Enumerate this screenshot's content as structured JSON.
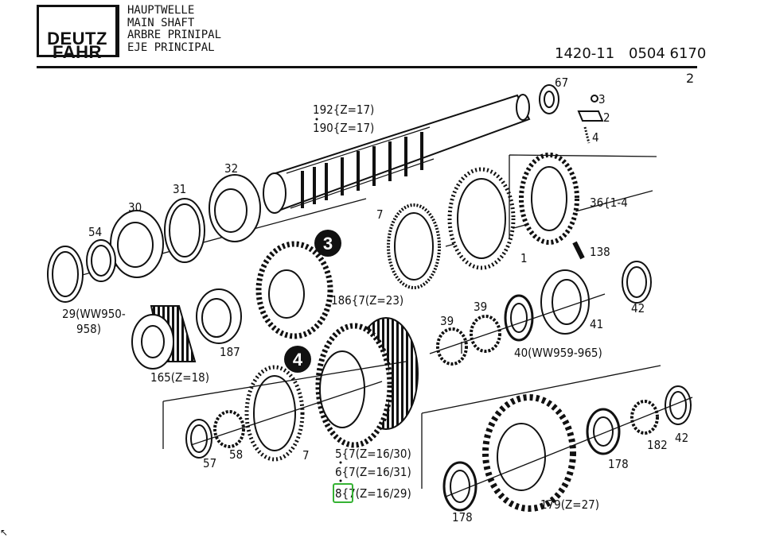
{
  "header": {
    "logo": "DEUTZ FAHR",
    "titles": [
      "HAUPTWELLE",
      "MAIN SHAFT",
      "ARBRE PRINIPAL",
      "EJE PRINCIPAL"
    ],
    "ref_code": "1420-11",
    "part_number": "0504 6170",
    "page": "2"
  },
  "callouts": [
    "3",
    "4"
  ],
  "labels": [
    "67",
    "3",
    "2",
    "4",
    "192{Z=17)",
    "190{Z=17)",
    "32",
    "31",
    "30",
    "54",
    "7",
    "1",
    "36{1-4",
    "138",
    "186{7(Z=23)",
    "29(WW950-",
    "958)",
    "187",
    "165(Z=18)",
    "39",
    "39",
    "40(WW959-965)",
    "41",
    "42",
    "57",
    "58",
    "7",
    "5{7(Z=16/30)",
    "6{7(Z=16/31)",
    "8{7(Z=16/29)",
    "178",
    "182",
    "42",
    "178",
    "179(Z=27)"
  ],
  "highlight": {
    "color": "#35b233",
    "target": "8"
  }
}
